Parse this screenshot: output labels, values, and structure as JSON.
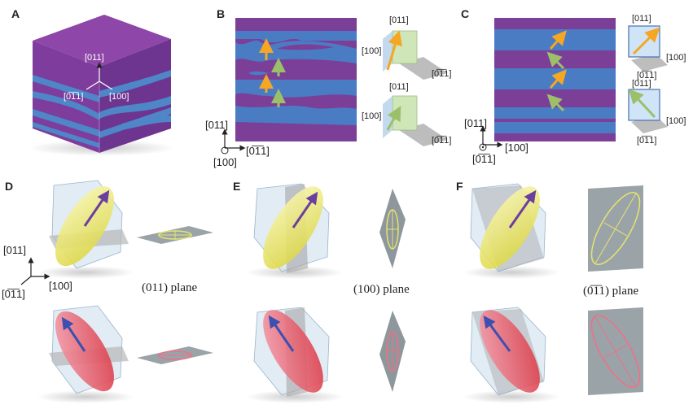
{
  "panels": {
    "a": "A",
    "b": "B",
    "c": "C",
    "d": "D",
    "e": "E",
    "f": "F"
  },
  "cube_axes": {
    "up": "[011]",
    "left": "[0̅1̅1]",
    "right": "[100]"
  },
  "panel_b": {
    "axis_up": "[011]",
    "axis_right": "[0̅1̅1]",
    "axis_out": "[100]",
    "mini_top": {
      "up": "[011]",
      "left": "[100]",
      "right": "[0̅1̅1]"
    },
    "mini_bottom": {
      "up": "[011]",
      "left": "[100]",
      "right": "[0̅1̅1]"
    }
  },
  "panel_c": {
    "axis_up": "[011]",
    "axis_right": "[100]",
    "axis_out": "[0̅1̅1]",
    "mini_top": {
      "up": "[011]",
      "right": "[100]",
      "down": "[0̅1̅1]"
    },
    "mini_bottom": {
      "up": "[011]",
      "right": "[100]",
      "down": "[0̅1̅1]"
    }
  },
  "panel_d": {
    "axis_up": "[011]",
    "axis_right": "[100]",
    "axis_out": "[0̅1̅1]",
    "plane_label": "(011) plane"
  },
  "panel_e": {
    "plane_label": "(100) plane"
  },
  "panel_f": {
    "plane_label": "(0̅1̅1) plane"
  },
  "colors": {
    "purple": "#7b3f98",
    "blue": "#4a7cc4",
    "yellow": "#f0ec7a",
    "red": "#ee5a6a",
    "orange_arrow": "#f5a623",
    "green_arrow": "#9cc06a",
    "violet_arrow": "#6b3fa0",
    "blue_arrow": "#3d4fb0"
  }
}
